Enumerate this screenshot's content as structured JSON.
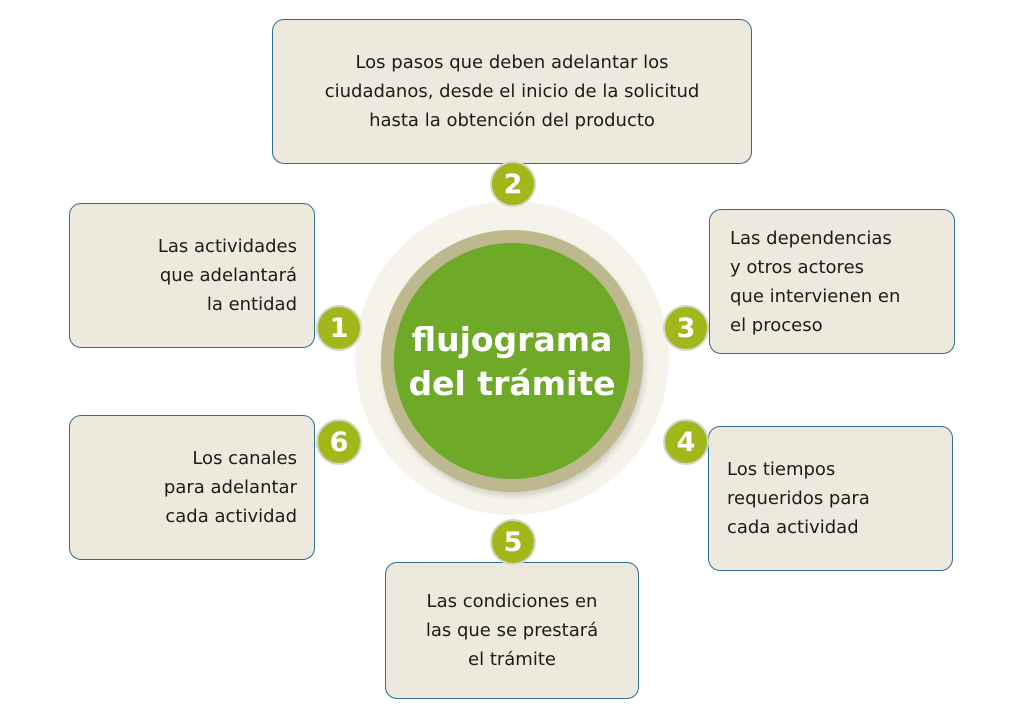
{
  "center": {
    "line1": "flujograma",
    "line2": "del trámite"
  },
  "items": [
    {
      "number": "1",
      "lines": [
        "Las actividades",
        "que adelantará",
        "la entidad"
      ]
    },
    {
      "number": "2",
      "lines": [
        "Los pasos que deben adelantar los",
        "ciudadanos, desde el inicio de la solicitud",
        "hasta la obtención del producto"
      ]
    },
    {
      "number": "3",
      "lines": [
        "Las dependencias",
        "y otros actores",
        "que intervienen en",
        "el proceso"
      ]
    },
    {
      "number": "4",
      "lines": [
        "Los tiempos",
        "requeridos para",
        "cada actividad"
      ]
    },
    {
      "number": "5",
      "lines": [
        "Las condiciones en",
        "las que se prestará",
        "el trámite"
      ]
    },
    {
      "number": "6",
      "lines": [
        "Los canales",
        "para adelantar",
        "cada actividad"
      ]
    }
  ],
  "colors": {
    "green": "#6ea928",
    "badge": "#a2b81a",
    "box": "#ede9dc",
    "border": "#2f6e8c"
  }
}
